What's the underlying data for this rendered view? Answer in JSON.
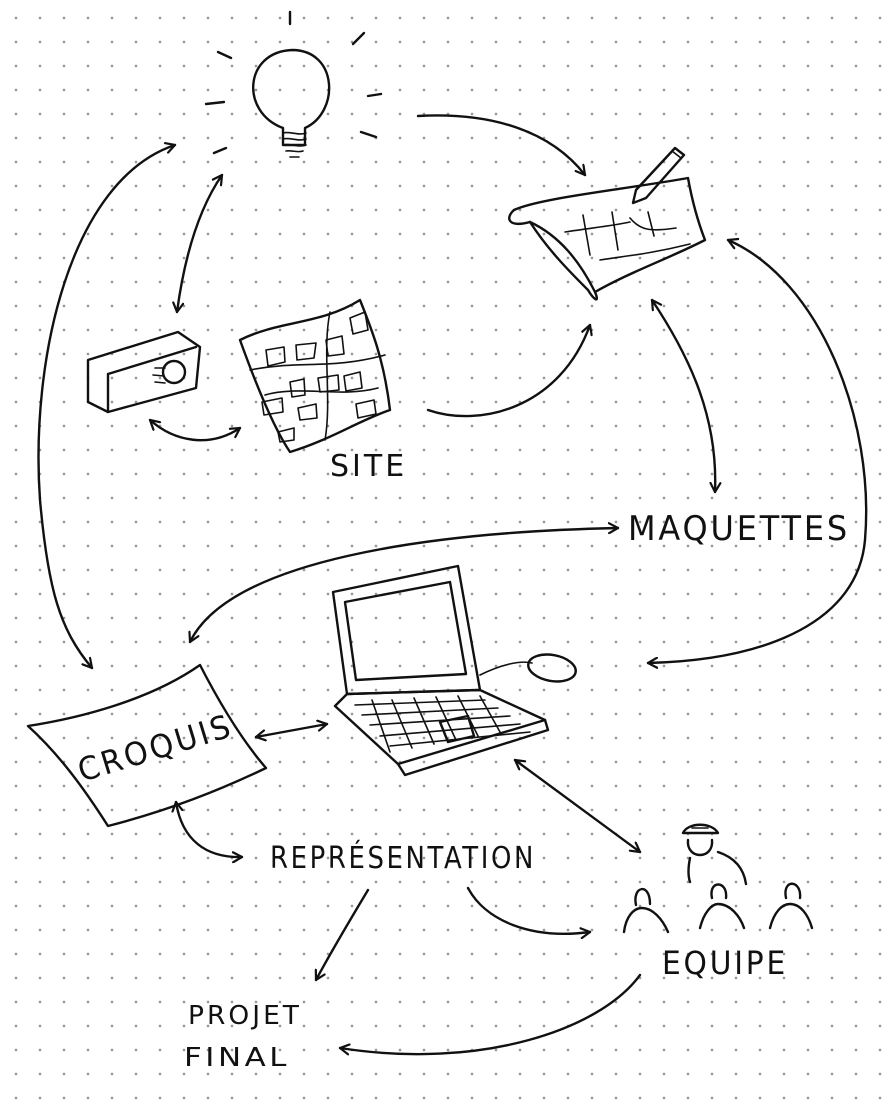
{
  "labels": {
    "site": "SITE",
    "maquettes": "MAQUETTES",
    "croquis": "CROQUIS",
    "representation": "REPRÉSENTATION",
    "equipe": "EQUIPE",
    "projet": "PROJET",
    "final": "FINAL"
  },
  "icons": [
    "lightbulb-icon",
    "plan-scroll-icon",
    "pencil-icon",
    "projector-icon",
    "site-map-icon",
    "laptop-icon",
    "mouse-icon",
    "sketch-paper-icon",
    "team-people-icon"
  ],
  "colors": {
    "ink": "#111111",
    "paper": "#ffffff",
    "dots": "#9a9a9a"
  }
}
